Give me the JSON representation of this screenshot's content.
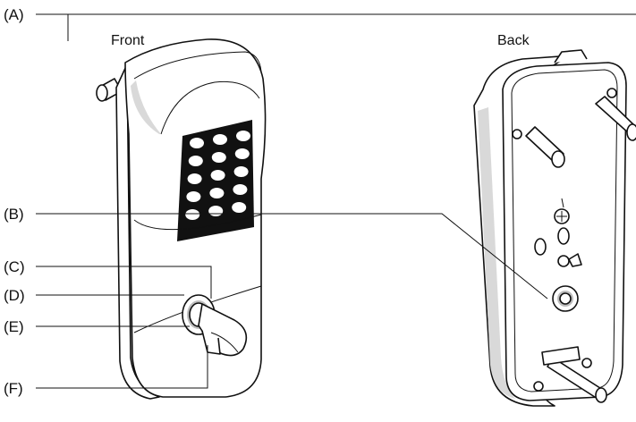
{
  "labels": {
    "a": "(A)",
    "b": "(B)",
    "c": "(C)",
    "d": "(D)",
    "e": "(E)",
    "f": "(F)"
  },
  "views": {
    "front": "Front",
    "back": "Back"
  },
  "colors": {
    "line": "#111111",
    "keypad": "#111111",
    "key": "#ffffff",
    "shading": "#d9d9d9"
  },
  "icons": {
    "keypad": "keypad-icon",
    "key_cylinder": "key-cylinder-icon"
  },
  "keypad": {
    "rows": 5,
    "columns": 3
  }
}
